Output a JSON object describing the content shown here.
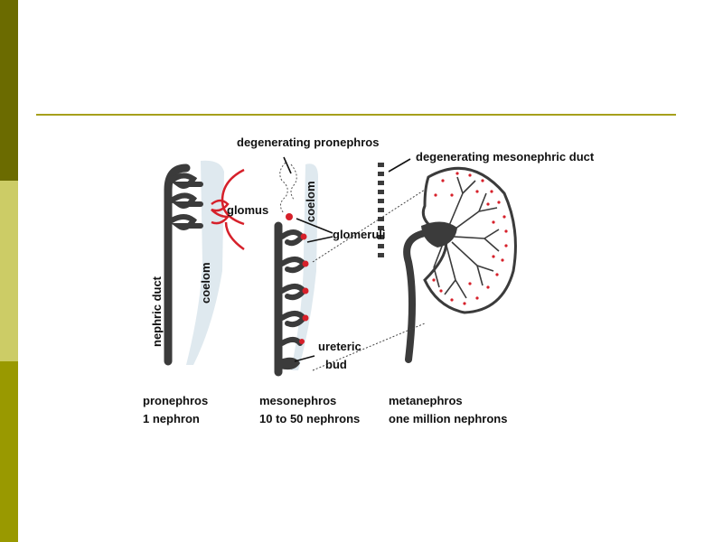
{
  "colors": {
    "sidebar_dark": "#6b6b00",
    "sidebar_light": "#cccc66",
    "sidebar_mid": "#999900",
    "rule": "#a6a01c",
    "tissue": "#3b3b3b",
    "glomerulus_red": "#d6202a",
    "coelom_blue": "#dfe9ef"
  },
  "labels": {
    "degenerating_pronephros": "degenerating pronephros",
    "degenerating_mesonephric_duct": "degenerating mesonephric duct",
    "glomus": "glomus",
    "coelom_left": "coelom",
    "coelom_right": "coelom",
    "glomeruli": "glomeruli",
    "nephric_duct": "nephric duct",
    "ureteric": "ureteric",
    "bud": "bud"
  },
  "captions": [
    {
      "title": "pronephros",
      "detail": "1 nephron"
    },
    {
      "title": "mesonephros",
      "detail": "10 to 50 nephrons"
    },
    {
      "title": "metanephros",
      "detail": "one million nephrons"
    }
  ]
}
